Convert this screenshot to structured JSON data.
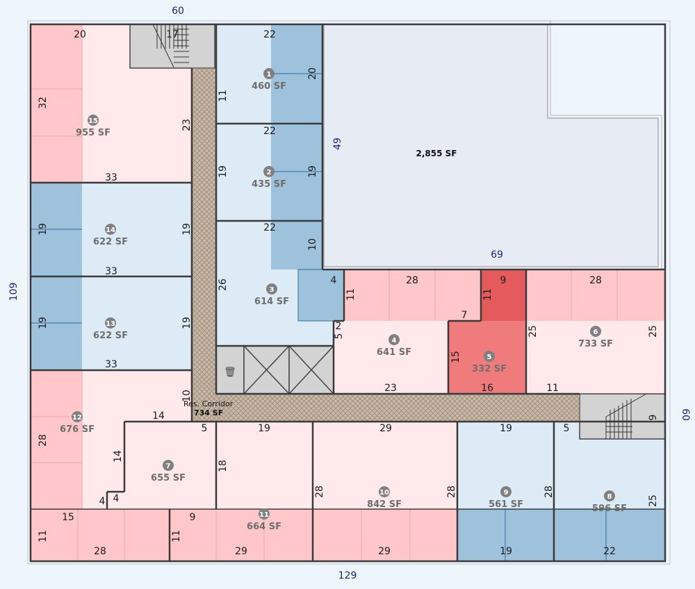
{
  "outer_dims": {
    "top": "60",
    "left": "109",
    "bottom": "129",
    "right": "60",
    "court_right": "49",
    "court_bottom": "69"
  },
  "courtyard": {
    "area": "2,855 SF"
  },
  "corridor": {
    "name": "Res. Corridor",
    "area": "734 SF"
  },
  "units": [
    {
      "id": "1",
      "area": "460 SF"
    },
    {
      "id": "2",
      "area": "435 SF"
    },
    {
      "id": "3",
      "area": "614 SF"
    },
    {
      "id": "4",
      "area": "641 SF"
    },
    {
      "id": "5",
      "area": "332 SF"
    },
    {
      "id": "6",
      "area": "733 SF"
    },
    {
      "id": "7",
      "area": "655 SF"
    },
    {
      "id": "8",
      "area": "596 SF"
    },
    {
      "id": "9",
      "area": "561 SF"
    },
    {
      "id": "10",
      "area": "842 SF"
    },
    {
      "id": "11",
      "area": "664 SF"
    },
    {
      "id": "12",
      "area": "676 SF"
    },
    {
      "id": "13",
      "area": "622 SF"
    },
    {
      "id": "14",
      "area": "622 SF"
    },
    {
      "id": "15",
      "area": "955 SF"
    }
  ],
  "dims": {
    "d15_top": "20",
    "d15_left": "32",
    "d15_right": "23",
    "d15_bottom": "33",
    "d14_left": "19",
    "d14_right": "19",
    "d14_bottom": "33",
    "d13_left": "19",
    "d13_right": "19",
    "d13_bottom": "33",
    "d12_left": "28",
    "d12_top": "14",
    "d12_right": "10",
    "d12_step": "14",
    "d12_s1": "4",
    "d12_s2": "4",
    "stair_top": "17",
    "d1_top": "22",
    "d1_left": "11",
    "d1_right": "20",
    "d2_top": "22",
    "d2_left": "19",
    "d2_right": "19",
    "d3_top": "22",
    "d3_left": "26",
    "d3_right": "10",
    "d3_notch": "4",
    "d4_top": "28",
    "d4_left": "11",
    "d4_s1": "2",
    "d4_s2": "5",
    "d4_bottom": "23",
    "d4_right": "7",
    "d5_top": "9",
    "d5_left": "11",
    "d5_side": "15",
    "d5_bottom": "16",
    "d6_top": "28",
    "d6_left": "25",
    "d6_right": "25",
    "d6_bottom": "11",
    "stair_right": "9",
    "d7_top": "5",
    "d11_top": "19",
    "d11_left": "18",
    "d11_bottom": "29",
    "d11_bl": "11",
    "d11_tl": "9",
    "d10_top": "29",
    "d10_left": "28",
    "d10_right": "28",
    "d10_bottom": "29",
    "d9_top": "19",
    "d9_right": "28",
    "d9_bottom": "19",
    "d8_top": "5",
    "d8_right": "25",
    "d8_bottom": "22",
    "dbl_top": "15",
    "dbl_left": "11",
    "dbl_bottom": "28"
  }
}
